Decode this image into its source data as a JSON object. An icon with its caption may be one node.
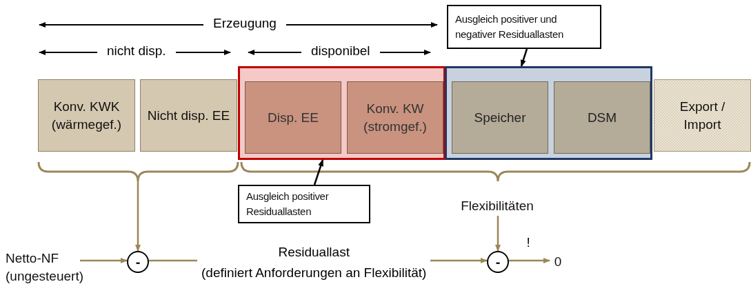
{
  "diagram": {
    "nodes": [
      {
        "text": [
          "Ausgleich positiver und negativer Residuallasten"
        ]
      },
      {
        "text": [
          "Konv. KWK (wärmegef.)"
        ]
      },
      {
        "text": [
          "Nicht disp. EE"
        ]
      },
      {
        "text": [],
        "shape": "box"
      },
      {
        "text": [
          "Disp. EE"
        ],
        "in": 3
      },
      {
        "text": [
          "Konv. KW (stromgef.)"
        ],
        "in": 3
      },
      {
        "text": [],
        "shape": "box"
      },
      {
        "text": [
          "Speicher"
        ],
        "in": 6
      },
      {
        "text": [
          "DSM"
        ],
        "in": 6
      },
      {
        "text": [
          "Export / Import"
        ]
      },
      {
        "text": [
          "Ausgleich positiver Residuallasten"
        ]
      },
      {
        "text": [
          "Flexibilitäten"
        ]
      },
      {
        "text": [
          "Netto-NF (ungesteuert)"
        ]
      },
      {
        "text": [
          "-"
        ]
      },
      {
        "text": [
          "-"
        ]
      },
      {
        "text": [
          "0"
        ]
      },
      {
        "text": [],
        "shape": "bracket"
      }
    ],
    "edges": [
      {
        "from": 0,
        "to": 6,
        "arrow": "to",
        "color": "#000000"
      },
      {
        "from": 10,
        "to": 3,
        "arrow": "to",
        "color": "#000000"
      },
      {
        "from": 16,
        "to": 13,
        "arrow": "to"
      },
      {
        "from": 12,
        "to": 13,
        "arrow": "to"
      },
      {
        "from": 11,
        "to": 14,
        "arrow": "to"
      },
      {
        "from": 13,
        "to": 14,
        "arrow": "to",
        "label": "Residuallast (definiert Anforderungen an Flexibilität)"
      },
      {
        "from": 14,
        "to": 15,
        "arrow": "to",
        "label": "!"
      }
    ],
    "labels": [
      "Erzeugung",
      "nicht disp.",
      "disponibel"
    ]
  }
}
